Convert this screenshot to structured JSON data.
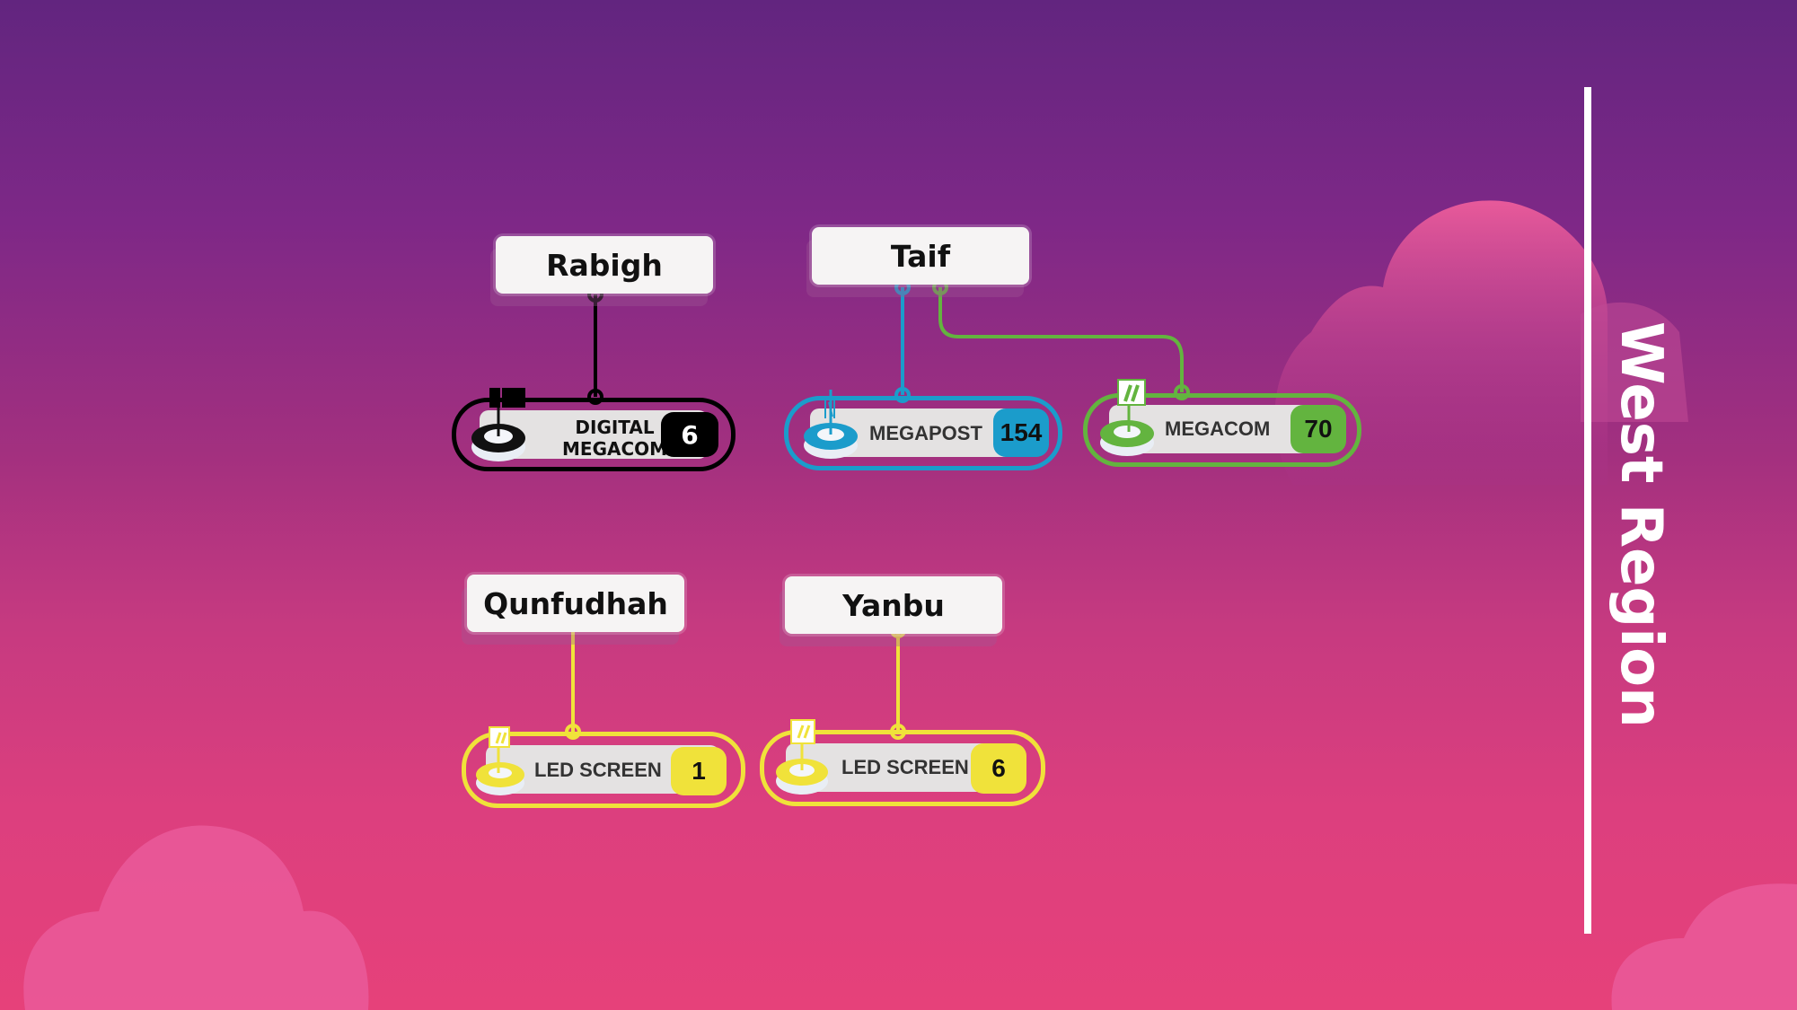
{
  "title": "West Region",
  "colors": {
    "digital_megacom": "#000000",
    "megapost": "#1b9ccb",
    "megacom": "#63b43f",
    "led_screen": "#f0e23a"
  },
  "cities": [
    {
      "name": "Rabigh",
      "media": [
        {
          "type": "DIGITAL MEGACOM",
          "line1": "DIGITAL",
          "line2": "MEGACOM",
          "count": "6",
          "icon": "flag-icon"
        }
      ]
    },
    {
      "name": "Taif",
      "media": [
        {
          "type": "MEGAPOST",
          "count": "154",
          "icon": "megapost-icon"
        },
        {
          "type": "MEGACOM",
          "count": "70",
          "icon": "billboard-icon"
        }
      ]
    },
    {
      "name": "Qunfudhah",
      "media": [
        {
          "type": "LED SCREEN",
          "count": "1",
          "icon": "led-screen-icon"
        }
      ]
    },
    {
      "name": "Yanbu",
      "media": [
        {
          "type": "LED SCREEN",
          "count": "6",
          "icon": "led-screen-icon"
        }
      ]
    }
  ]
}
